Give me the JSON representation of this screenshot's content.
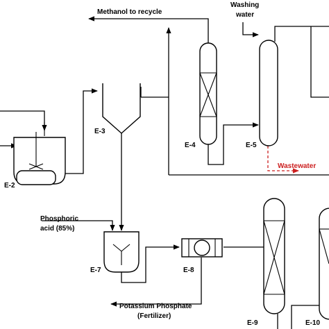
{
  "streams": {
    "methanol_recycle": "Methanol to recycle",
    "washing_water_line1": "Washing",
    "washing_water_line2": "water",
    "wastewater": "Wastewater",
    "phosphoric_line1": "Phosphoric",
    "phosphoric_line2": "acid (85%)",
    "product_line1": "Potassium Phosphate",
    "product_line2": "(Fertilizer)"
  },
  "equipment": {
    "e2": "E-2",
    "e3": "E-3",
    "e4": "E-4",
    "e5": "E-5",
    "e7": "E-7",
    "e8": "E-8",
    "e9": "E-9",
    "e10": "E-10"
  },
  "colors": {
    "line": "#000000",
    "wastewater": "#cc1f1f"
  }
}
